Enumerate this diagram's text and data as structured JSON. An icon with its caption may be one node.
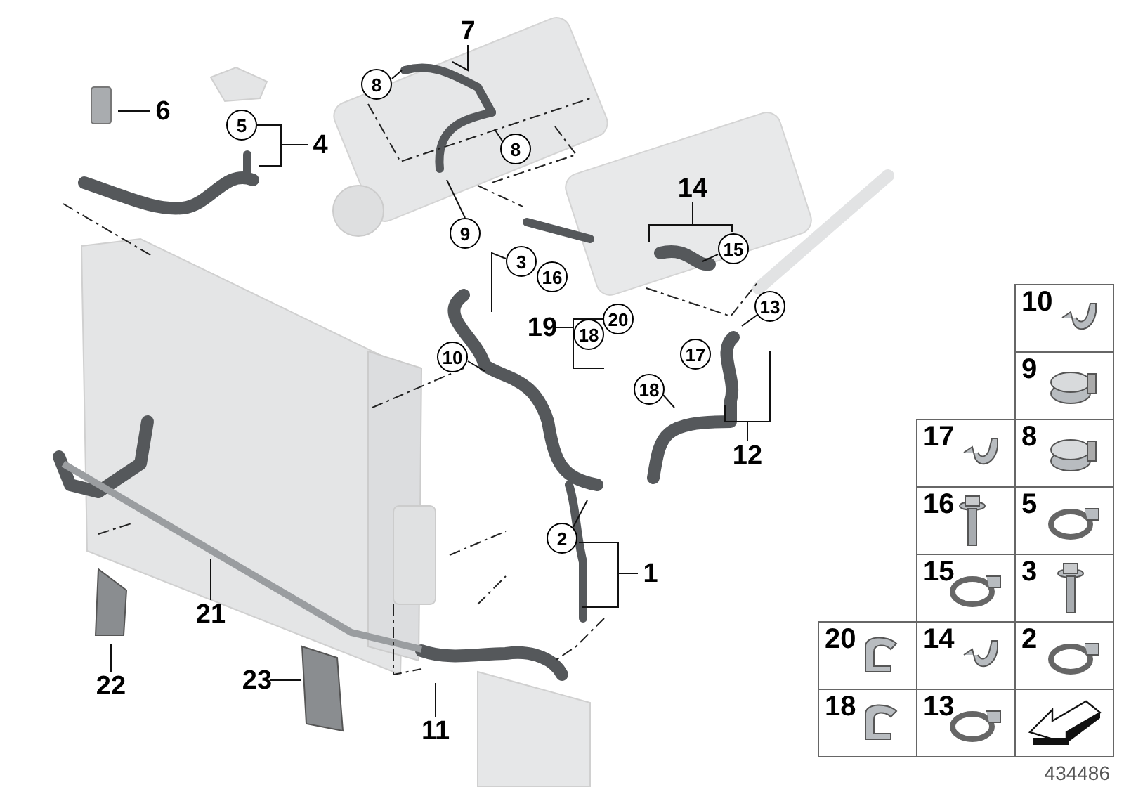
{
  "diagram": {
    "nodes": [
      {
        "text": [
          "7"
        ]
      },
      {
        "text": [
          "8"
        ]
      },
      {
        "text": [
          "6"
        ]
      },
      {
        "text": [
          "5"
        ]
      },
      {
        "text": [
          "4"
        ]
      },
      {
        "text": [
          "8"
        ]
      },
      {
        "text": [
          "14"
        ]
      },
      {
        "text": [
          "9"
        ]
      },
      {
        "text": [
          "15"
        ]
      },
      {
        "text": [
          "3"
        ]
      },
      {
        "text": [
          "16"
        ]
      },
      {
        "text": [
          "13"
        ]
      },
      {
        "text": [
          "19"
        ]
      },
      {
        "text": [
          "20"
        ]
      },
      {
        "text": [
          "18"
        ]
      },
      {
        "text": [
          "10"
        ]
      },
      {
        "text": [
          "17"
        ]
      },
      {
        "text": [
          "18"
        ]
      },
      {
        "text": [
          "12"
        ]
      },
      {
        "text": [
          "2"
        ]
      },
      {
        "text": [
          "1"
        ]
      },
      {
        "text": [
          "21"
        ]
      },
      {
        "text": [
          "22"
        ]
      },
      {
        "text": [
          "23"
        ]
      },
      {
        "text": [
          "11"
        ]
      },
      {
        "text": [
          "10"
        ]
      },
      {
        "text": [
          "9"
        ]
      },
      {
        "text": [
          "17"
        ]
      },
      {
        "text": [
          "8"
        ]
      },
      {
        "text": [
          "16"
        ]
      },
      {
        "text": [
          "5"
        ]
      },
      {
        "text": [
          "15"
        ]
      },
      {
        "text": [
          "3"
        ]
      },
      {
        "text": [
          "20"
        ]
      },
      {
        "text": [
          "14"
        ]
      },
      {
        "text": [
          "2"
        ]
      },
      {
        "text": [
          "18"
        ]
      },
      {
        "text": [
          "13"
        ]
      },
      {
        "text": [],
        "shape": "box"
      }
    ],
    "edges": [
      {
        "from": 0,
        "to": null,
        "arrow": "none"
      },
      {
        "from": 1,
        "to": null,
        "arrow": "none"
      },
      {
        "from": 2,
        "to": null,
        "arrow": "none"
      },
      {
        "from": 4,
        "to": null,
        "arrow": "none"
      },
      {
        "from": 5,
        "to": null,
        "arrow": "none"
      },
      {
        "from": 6,
        "to": null,
        "arrow": "none"
      },
      {
        "from": 7,
        "to": null,
        "arrow": "none"
      },
      {
        "from": 8,
        "to": null,
        "arrow": "none"
      },
      {
        "from": 9,
        "to": null,
        "arrow": "none"
      },
      {
        "from": 11,
        "to": null,
        "arrow": "none"
      },
      {
        "from": 12,
        "to": null,
        "arrow": "none"
      },
      {
        "from": 15,
        "to": null,
        "arrow": "none"
      },
      {
        "from": 17,
        "to": null,
        "arrow": "none"
      },
      {
        "from": 18,
        "to": null,
        "arrow": "none"
      },
      {
        "from": 19,
        "to": null,
        "arrow": "none"
      },
      {
        "from": 20,
        "to": null,
        "arrow": "none"
      },
      {
        "from": 21,
        "to": null,
        "arrow": "none"
      },
      {
        "from": 22,
        "to": null,
        "arrow": "none"
      },
      {
        "from": 23,
        "to": null,
        "arrow": "none"
      },
      {
        "from": 24,
        "to": null,
        "arrow": "none"
      }
    ],
    "labels": [
      "434486"
    ]
  }
}
